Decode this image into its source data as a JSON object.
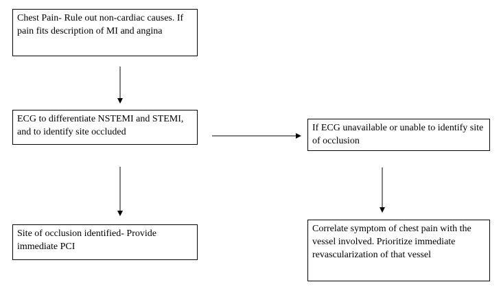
{
  "nodes": {
    "chest_pain": "Chest Pain- Rule out non-cardiac causes. If pain fits description of MI and angina",
    "ecg": "ECG to differentiate NSTEMI and STEMI, and to identify site occluded",
    "ecg_unavailable": "If ECG unavailable or unable to identify site of occlusion",
    "site_identified": "Site of occlusion identified- Provide immediate PCI",
    "correlate": "Correlate symptom of chest pain with the vessel involved. Prioritize immediate revascularization of that vessel"
  },
  "edges": [
    {
      "from": "chest_pain",
      "to": "ecg"
    },
    {
      "from": "ecg",
      "to": "ecg_unavailable"
    },
    {
      "from": "ecg",
      "to": "site_identified"
    },
    {
      "from": "ecg_unavailable",
      "to": "correlate"
    }
  ],
  "colors": {
    "stroke": "#000000",
    "background": "#ffffff"
  }
}
